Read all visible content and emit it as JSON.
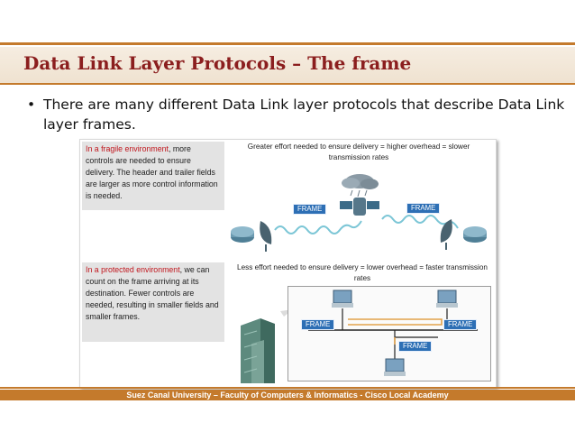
{
  "slide": {
    "title": "Data Link Layer Protocols – The frame",
    "bullet": "There are many different Data Link layer protocols that describe Data Link layer frames.",
    "footer": "Suez Canal University – Faculty of Computers & Informatics - Cisco Local Academy"
  },
  "figure": {
    "fragile": {
      "highlight": "In a fragile environment",
      "text": ", more controls are needed to ensure delivery. The header and trailer fields are larger as more control information is needed.",
      "caption_line1": "Greater effort needed to ensure delivery = higher overhead = slower",
      "caption_line2": "transmission rates",
      "frame_left": "FRAME",
      "frame_right": "FRAME"
    },
    "protected": {
      "highlight": "In a protected environment",
      "text": ", we can count on the frame arriving at its destination. Fewer controls are needed, resulting in smaller fields and smaller frames.",
      "caption_line1": "Less effort needed to ensure delivery = lower overhead = faster transmission",
      "caption_line2": "rates",
      "frame_left": "FRAME",
      "frame_right": "FRAME",
      "frame_bottom": "FRAME"
    }
  },
  "colors": {
    "title": "#8b1e1e",
    "accent": "#c47a2c",
    "frame_label": "#2d6fb5",
    "highlight": "#c0161d"
  },
  "icons": [
    "router-icon",
    "satellite-dish-icon",
    "satellite-icon",
    "storm-cloud-icon",
    "computer-icon",
    "building-icon"
  ]
}
